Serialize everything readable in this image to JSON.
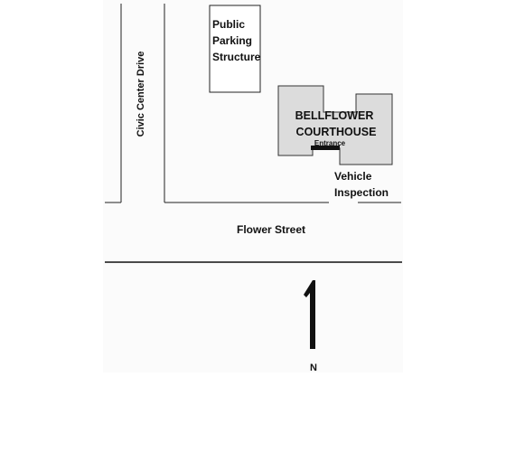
{
  "map": {
    "streets": {
      "civic_center": "Civic Center Drive",
      "flower": "Flower Street"
    },
    "parking": [
      "Public",
      "Parking",
      "Structure"
    ],
    "courthouse": [
      "BELLFLOWER",
      "COURTHOUSE"
    ],
    "entrance": "Entrance",
    "vehicle_inspection": [
      "Vehicle",
      "Inspection"
    ],
    "north": "N"
  },
  "colors": {
    "background": "#fbfbfb",
    "courthouse_fill": "#dcdcdc",
    "line": "#222222",
    "entrance_marker": "#111111"
  }
}
